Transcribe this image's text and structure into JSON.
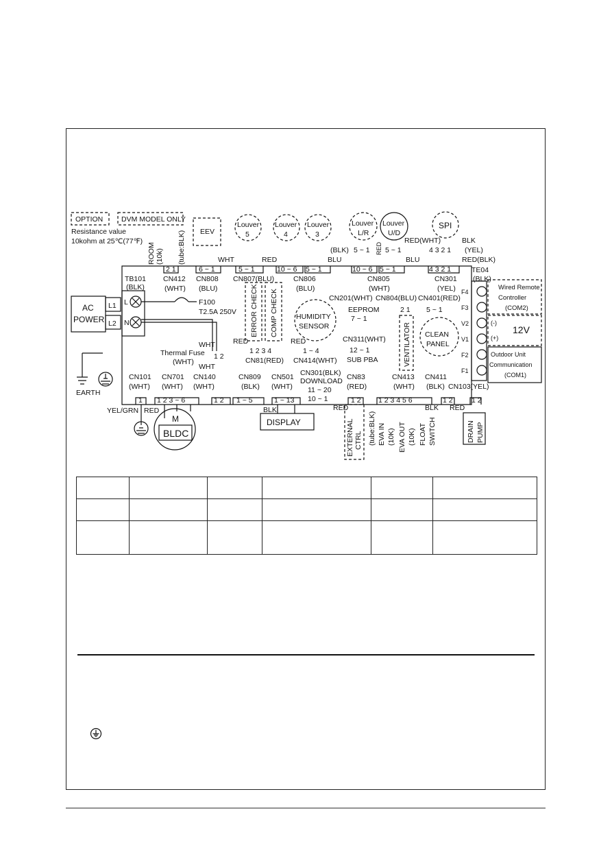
{
  "diagram": {
    "option_label": "OPTION",
    "dvm_label": "DVM MODEL ONLY",
    "resistance_line1": "Resistance value",
    "resistance_line2": "10kohm at 25℃(77℉)",
    "room_label": "ROOM",
    "room_10k": "(10k)",
    "tube_blk": "(tube:BLK)",
    "pins_21": "2 1",
    "cn412": "CN412",
    "cn412_color": "(WHT)",
    "eev": "EEV",
    "cn808_pins": "6 ~ 1",
    "cn808": "CN808",
    "cn808_color": "(BLU)",
    "wht": "WHT",
    "louver5_a": "Louver",
    "louver5_b": "5",
    "louver4_a": "Louver",
    "louver4_b": "4",
    "louver3_a": "Louver",
    "louver3_b": "3",
    "cn807_pins": "5 ~ 1",
    "red": "RED",
    "cn806_pins_a": "10 ~ 6",
    "cn806_pins_b": "5 ~ 1",
    "blu": "BLU",
    "cn807": "CN807(BLU)",
    "cn806": "CN806",
    "cn806_color": "(BLU)",
    "louver_lr_a": "Louver",
    "louver_lr_b": "L/R",
    "louver_ud_a": "Louver",
    "louver_ud_b": "U/D",
    "blk_paren": "(BLK)",
    "red_v": "RED",
    "red_wht": "RED(WHT)",
    "lr_pins": "5 ~ 1",
    "ud_pins": "5 ~ 1",
    "cn805_pins_a": "10 ~ 6",
    "cn805_pins_b": "5 ~ 1",
    "cn805": "CN805",
    "cn805_color": "(WHT)",
    "spi": "SPI",
    "blk": "BLK",
    "yel_paren": "(YEL)",
    "red_blk": "RED(BLK)",
    "spi_pins": "4 3 2 1",
    "cn301_pins": "4 3 2 1",
    "cn301": "CN301",
    "cn301_color": "(YEL)",
    "te04": "TE04",
    "te04_color": "(BLK)",
    "tb101": "TB101",
    "tb101_color": "(BLK)",
    "ac_power_a": "AC",
    "ac_power_b": "POWER",
    "l1": "L1",
    "l2": "L2",
    "l_term": "L",
    "n_term": "N",
    "f100": "F100",
    "fuse_rating": "T2.5A 250V",
    "error_check": "ERROR CHECK",
    "comp_check": "COMP CHECK",
    "cn81_pins": "1 2 3 4",
    "cn81": "CN81(RED)",
    "red2": "RED",
    "humidity_a": "HUMIDITY",
    "humidity_b": "SENSOR",
    "red3": "RED",
    "cn414_pins": "1 ~ 4",
    "cn414": "CN414(WHT)",
    "cn201": "CN201(WHT)",
    "eeprom": "EEPROM",
    "eeprom_pins": "7 ~ 1",
    "cn311": "CN311(WHT)",
    "cn311_pins": "12 ~ 1",
    "sub_pba": "SUB PBA",
    "cn804": "CN804(BLU)",
    "cn804_pins": "2 1",
    "ventilator": "VENTILATOR",
    "cn401": "CN401(RED)",
    "cn401_pins": "5 ~ 1",
    "clean_a": "CLEAN",
    "clean_b": "PANEL",
    "wired_a": "Wired Remote",
    "wired_b": "Controller",
    "wired_c": "(COM2)",
    "v12_minus": "(-)",
    "v12": "12V",
    "v12_plus": "(+)",
    "outdoor_a": "Outdoor Unit",
    "outdoor_b": "Communication",
    "outdoor_c": "(COM1)",
    "f4": "F4",
    "f3": "F3",
    "v2": "V2",
    "v1": "V1",
    "f2": "F2",
    "f1": "F1",
    "thermal_fuse": "Thermal Fuse",
    "thermal_fuse_color": "(WHT)",
    "wht2": "WHT",
    "wht3": "WHT",
    "pins_12": "1 2",
    "earth": "EARTH",
    "cn101": "CN101",
    "cn101_color": "(WHT)",
    "cn101_pin": "1",
    "cn701": "CN701",
    "cn701_color": "(WHT)",
    "cn701_pins": "1 2 3 ~ 6",
    "cn140": "CN140",
    "cn140_color": "(WHT)",
    "cn140_pins": "1 2",
    "yel_grn": "YEL/GRN",
    "red4": "RED",
    "motor_m": "M",
    "bldc": "BLDC",
    "cn809": "CN809",
    "cn809_color": "(BLK)",
    "cn809_pins": "1 ~ 5",
    "cn501": "CN501",
    "cn501_color": "(WHT)",
    "cn501_pins": "1 ~ 13",
    "cn301b": "CN301(BLK)",
    "download": "DOWNLOAD",
    "dl_pins_a": "11 ~ 20",
    "dl_pins_b": "10 ~ 1",
    "blk2": "BLK",
    "display": "DISPLAY",
    "cn83": "CN83",
    "cn83_color": "(RED)",
    "cn83_pins": "1 2",
    "red5": "RED",
    "external_a": "EXTERNAL",
    "external_b": "CTRL",
    "cn413": "CN413",
    "cn413_color": "(WHT)",
    "cn413_pins": "1 2 3 4 5 6",
    "tube_blk2": "(tube:BLK)",
    "eva_in": "EVA IN",
    "ten_k_a": "(10K)",
    "eva_out": "EVA OUT",
    "ten_k_b": "(10K)",
    "float_a": "FLOAT",
    "float_b": "SWITCH",
    "cn411": "CN411",
    "cn411_color": "(BLK)",
    "cn411_pins": "1 2",
    "blk3": "BLK",
    "red6": "RED",
    "cn103": "CN103(YEL)",
    "cn103_pins": "1 2",
    "drain_a": "DRAIN",
    "drain_b": "PUMP"
  }
}
